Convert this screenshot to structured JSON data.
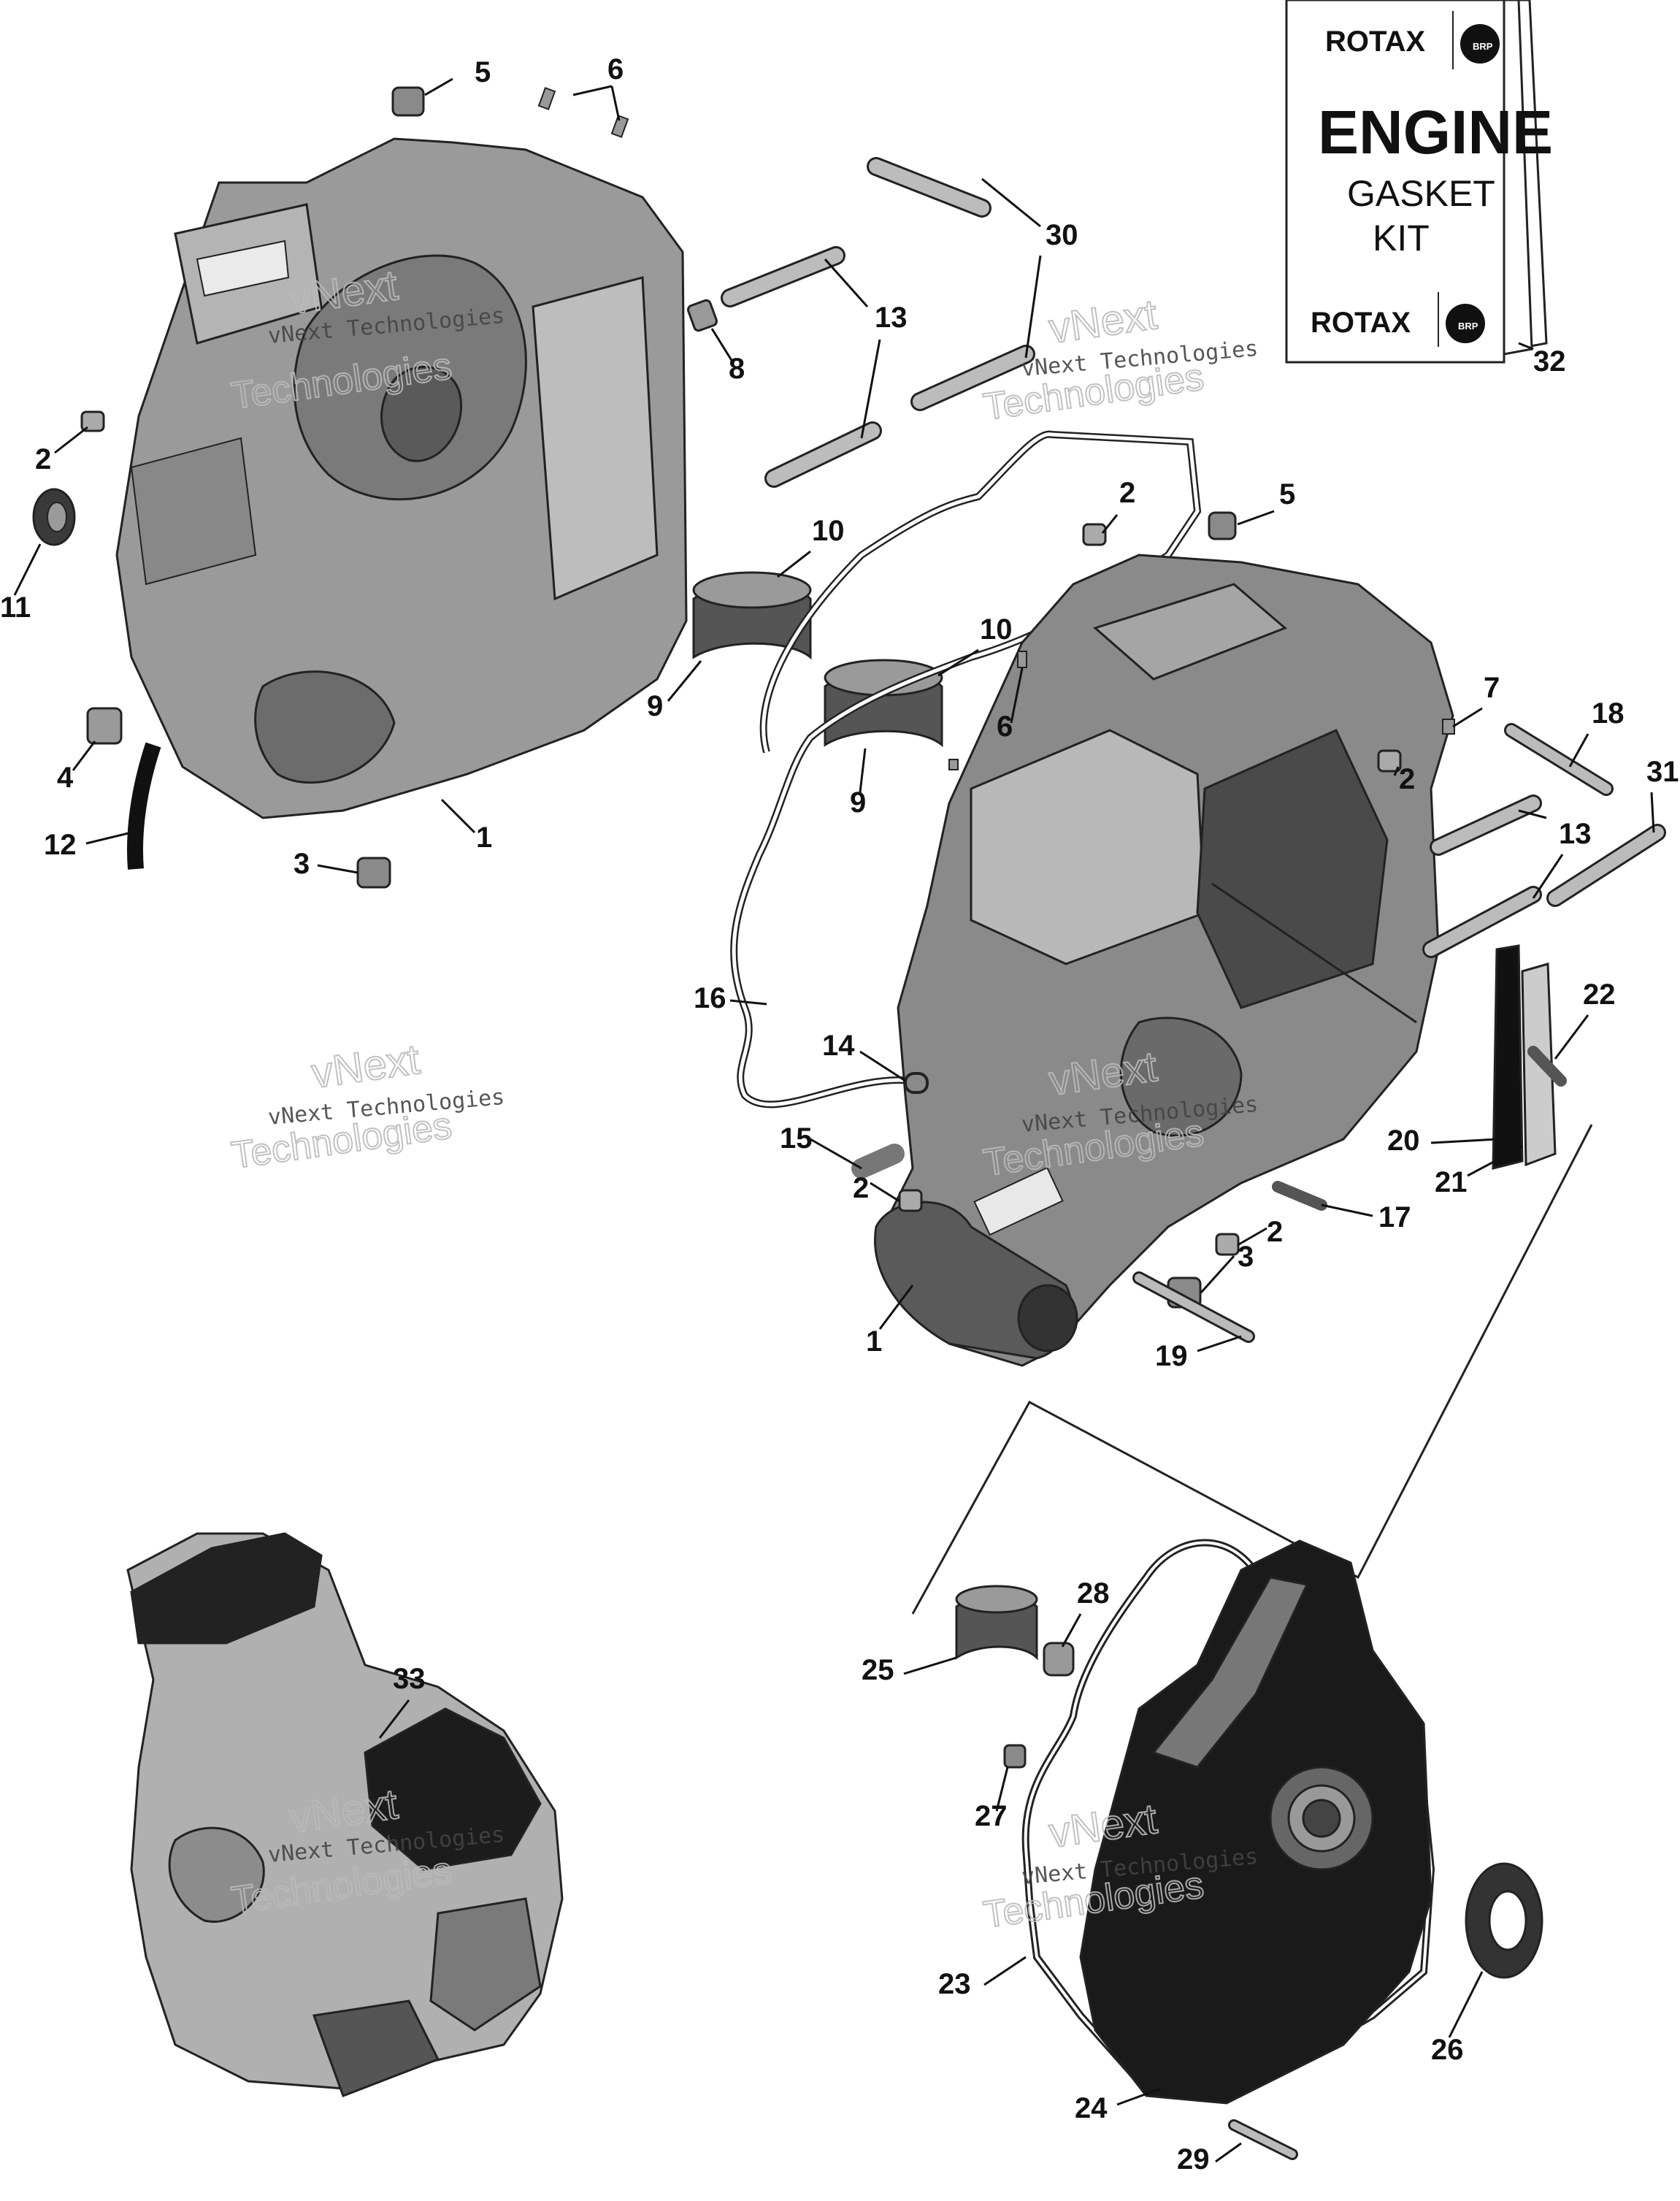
{
  "gasket_kit": {
    "brand_top": "ROTAX",
    "title": "ENGINE",
    "line1": "GASKET",
    "line2": "KIT",
    "brand_bottom": "ROTAX",
    "logo_text": "BRP"
  },
  "watermarks": [
    {
      "line1": "vNext Technologies",
      "line2": "vNext",
      "line3": "Technologies"
    },
    {
      "line1": "vNext Technologies",
      "line2": "vNext",
      "line3": "Technologies"
    },
    {
      "line1": "vNext Technologies",
      "line2": "vNext",
      "line3": "Technologies"
    },
    {
      "line1": "vNext Technologies",
      "line2": "vNext",
      "line3": "Technologies"
    },
    {
      "line1": "vNext Technologies",
      "line2": "vNext",
      "line3": "Technologies"
    }
  ],
  "callouts": [
    {
      "id": "c5a",
      "label": "5"
    },
    {
      "id": "c6a",
      "label": "6"
    },
    {
      "id": "c30",
      "label": "30"
    },
    {
      "id": "c13a",
      "label": "13"
    },
    {
      "id": "c8",
      "label": "8"
    },
    {
      "id": "c2a",
      "label": "2"
    },
    {
      "id": "c11",
      "label": "11"
    },
    {
      "id": "c10a",
      "label": "10"
    },
    {
      "id": "c9a",
      "label": "9"
    },
    {
      "id": "c10b",
      "label": "10"
    },
    {
      "id": "c6b",
      "label": "6"
    },
    {
      "id": "c9b",
      "label": "9"
    },
    {
      "id": "c4",
      "label": "4"
    },
    {
      "id": "c12",
      "label": "12"
    },
    {
      "id": "c3a",
      "label": "3"
    },
    {
      "id": "c1a",
      "label": "1"
    },
    {
      "id": "c2b",
      "label": "2"
    },
    {
      "id": "c5b",
      "label": "5"
    },
    {
      "id": "c32",
      "label": "32"
    },
    {
      "id": "c7",
      "label": "7"
    },
    {
      "id": "c18",
      "label": "18"
    },
    {
      "id": "c2c",
      "label": "2"
    },
    {
      "id": "c31",
      "label": "31"
    },
    {
      "id": "c13b",
      "label": "13"
    },
    {
      "id": "c16",
      "label": "16"
    },
    {
      "id": "c14",
      "label": "14"
    },
    {
      "id": "c22",
      "label": "22"
    },
    {
      "id": "c15",
      "label": "15"
    },
    {
      "id": "c20",
      "label": "20"
    },
    {
      "id": "c21",
      "label": "21"
    },
    {
      "id": "c2d",
      "label": "2"
    },
    {
      "id": "c2e",
      "label": "2"
    },
    {
      "id": "c17",
      "label": "17"
    },
    {
      "id": "c3b",
      "label": "3"
    },
    {
      "id": "c1b",
      "label": "1"
    },
    {
      "id": "c19",
      "label": "19"
    },
    {
      "id": "c28",
      "label": "28"
    },
    {
      "id": "c25",
      "label": "25"
    },
    {
      "id": "c33",
      "label": "33"
    },
    {
      "id": "c27",
      "label": "27"
    },
    {
      "id": "c23",
      "label": "23"
    },
    {
      "id": "c26",
      "label": "26"
    },
    {
      "id": "c24",
      "label": "24"
    },
    {
      "id": "c29",
      "label": "29"
    }
  ]
}
